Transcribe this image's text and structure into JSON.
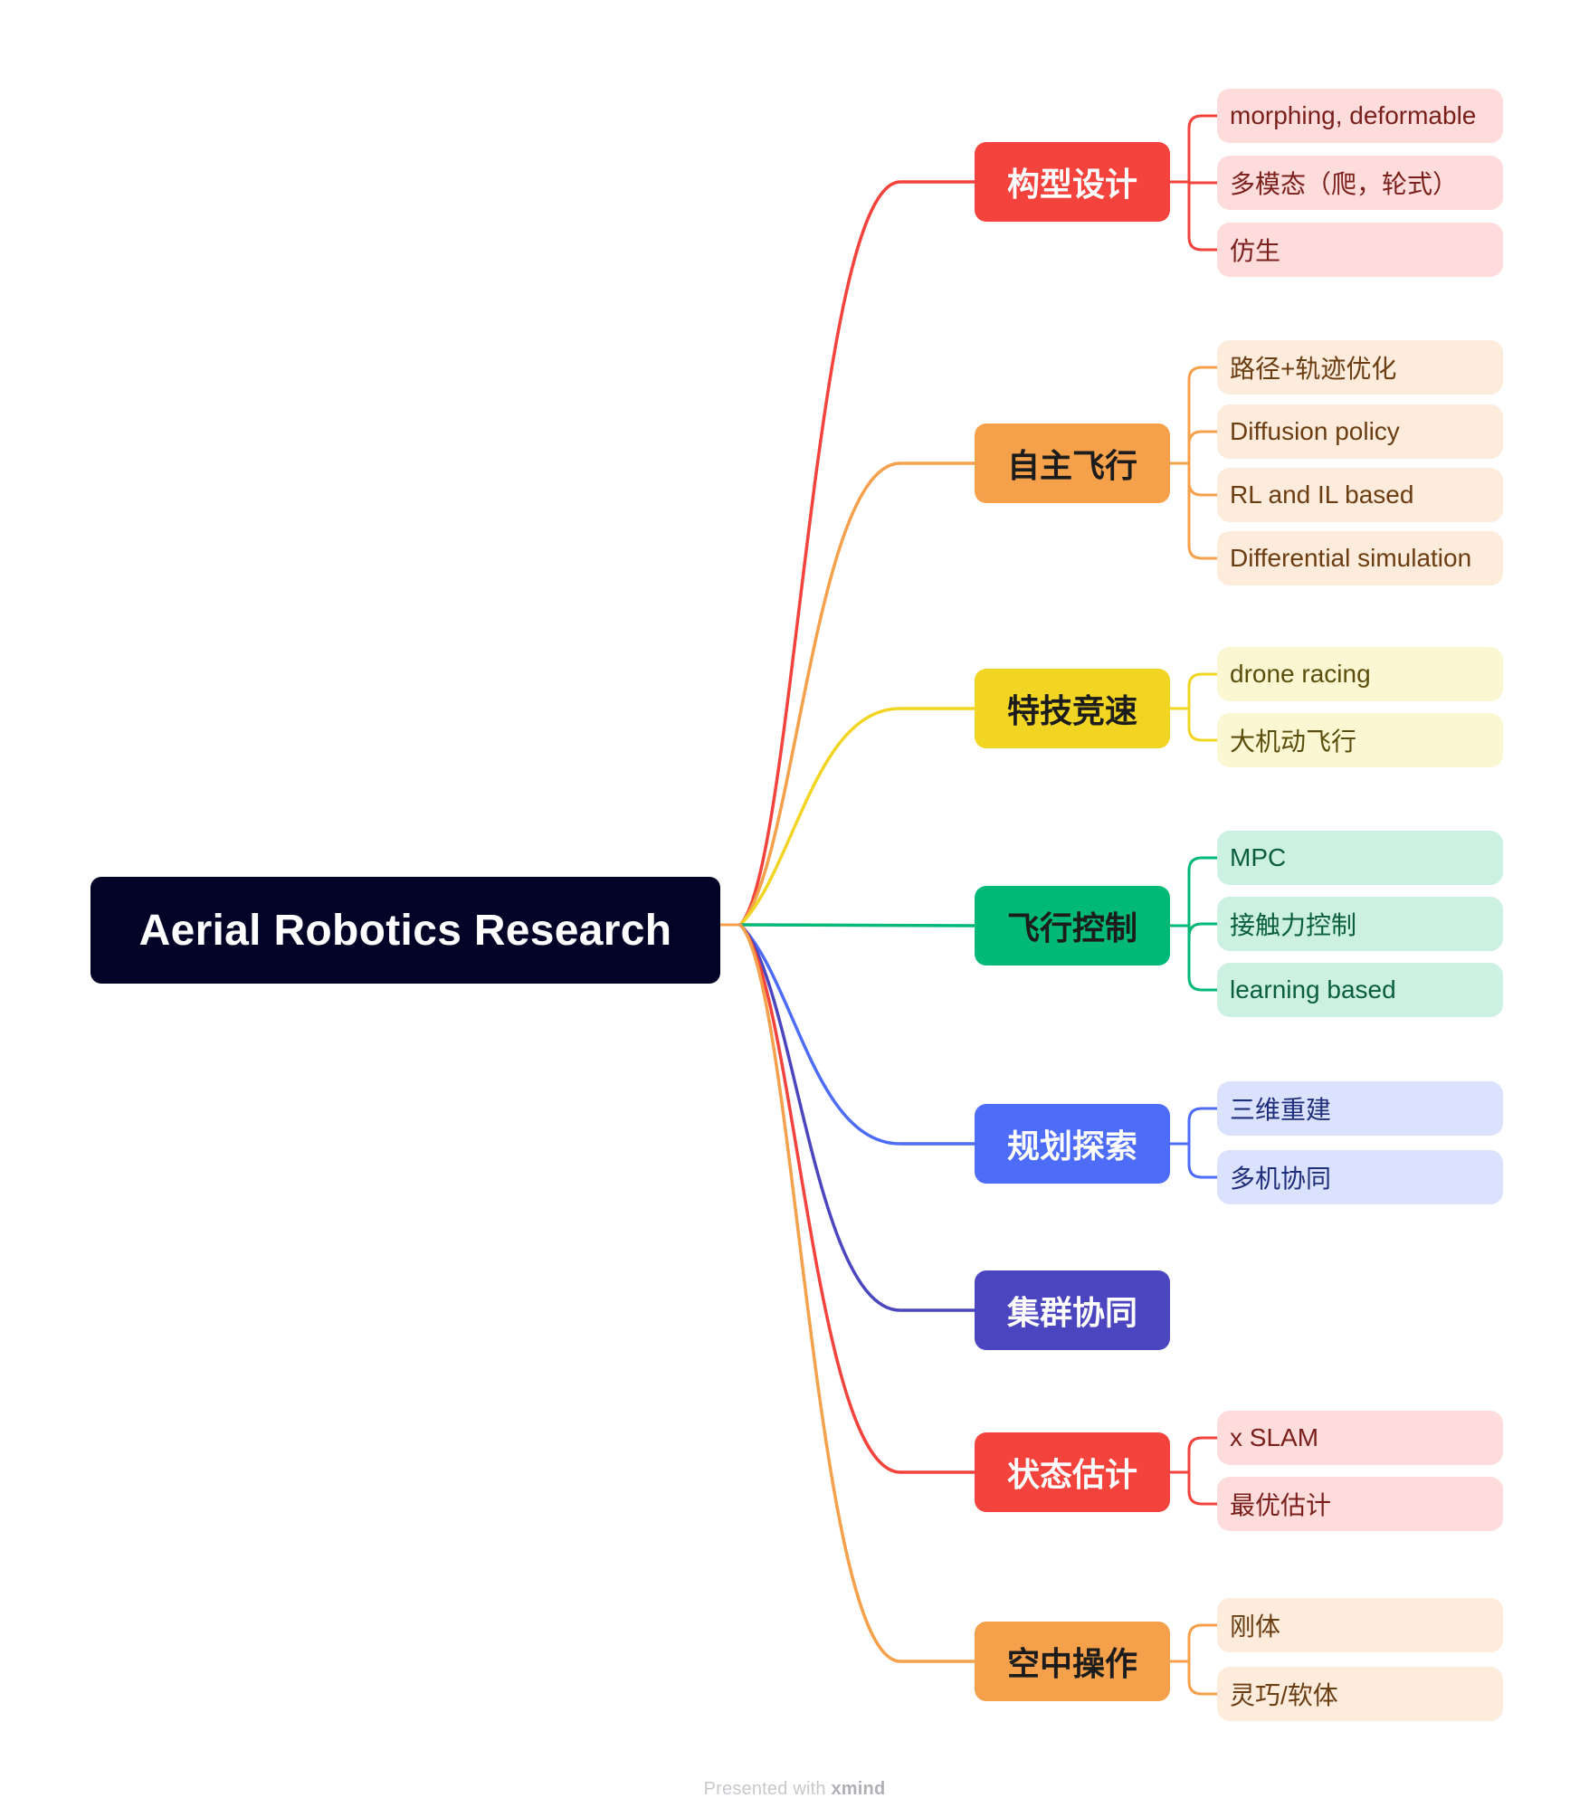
{
  "root": {
    "label": "Aerial Robotics Research"
  },
  "branches": [
    {
      "label": "构型设计",
      "color": "#F4433C",
      "text_color": "#ffffff",
      "leaf_bg": "#FDDCDB",
      "leaf_text": "#7A1F1B",
      "leaves": [
        "morphing, deformable",
        "多模态（爬，轮式）",
        "仿生"
      ]
    },
    {
      "label": "自主飞行",
      "color": "#F5A04A",
      "text_color": "#1c1c1c",
      "leaf_bg": "#FDEBDB",
      "leaf_text": "#6B3D12",
      "leaves": [
        "路径+轨迹优化",
        "Diffusion policy",
        "RL and IL based",
        "Differential simulation"
      ]
    },
    {
      "label": "特技竞速",
      "color": "#F2D523",
      "text_color": "#1c1c1c",
      "leaf_bg": "#FCF7D3",
      "leaf_text": "#5B4E0C",
      "leaves": [
        "drone racing",
        "大机动飞行"
      ]
    },
    {
      "label": "飞行控制",
      "color": "#00B977",
      "text_color": "#1c1c1c",
      "leaf_bg": "#CCF1E3",
      "leaf_text": "#0A5E3F",
      "leaves": [
        "MPC",
        "接触力控制",
        "learning based"
      ]
    },
    {
      "label": "规划探索",
      "color": "#4D6CF8",
      "text_color": "#ffffff",
      "leaf_bg": "#DBE2FE",
      "leaf_text": "#1F2E7A",
      "leaves": [
        "三维重建",
        "多机协同"
      ]
    },
    {
      "label": "集群协同",
      "color": "#4B46BF",
      "text_color": "#ffffff",
      "leaf_bg": "#E0DFF6",
      "leaf_text": "#26236B",
      "leaves": []
    },
    {
      "label": "状态估计",
      "color": "#F4433C",
      "text_color": "#ffffff",
      "leaf_bg": "#FDDCDB",
      "leaf_text": "#7A1F1B",
      "leaves": [
        "x SLAM",
        "最优估计"
      ]
    },
    {
      "label": "空中操作",
      "color": "#F5A04A",
      "text_color": "#1c1c1c",
      "leaf_bg": "#FDEBDB",
      "leaf_text": "#6B3D12",
      "leaves": [
        "刚体",
        "灵巧/软体"
      ]
    }
  ],
  "footer": {
    "prefix": "Presented with",
    "brand": "xmind"
  }
}
